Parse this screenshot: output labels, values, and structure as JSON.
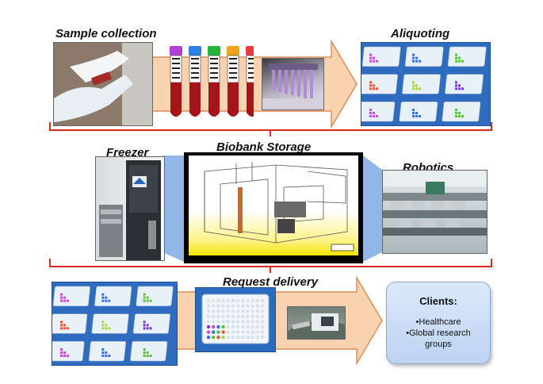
{
  "stages": {
    "sample_collection": "Sample collection",
    "aliquoting": "Aliquoting",
    "freezer": "Freezer",
    "biobank_storage": "Biobank Storage",
    "robotics": "Robotics",
    "request_delivery": "Request delivery"
  },
  "clients": {
    "title": "Clients:",
    "items": [
      "•Healthcare",
      "•Global research",
      "groups"
    ]
  },
  "colors": {
    "arrow_fill": "#f9d2b0",
    "arrow_stroke": "#e08c52",
    "bracket": "#d9291c",
    "plate_bg": "#3a77c8",
    "well_colors": [
      "#c24fd6",
      "#3b6fe0",
      "#5fbf3b",
      "#e35b3b",
      "#a8d44f",
      "#7a3bd6"
    ]
  },
  "tube_cap_colors": [
    "#b23fd4",
    "#2d7fe0",
    "#23b53a",
    "#f2a41e",
    "#ee3b3b"
  ]
}
